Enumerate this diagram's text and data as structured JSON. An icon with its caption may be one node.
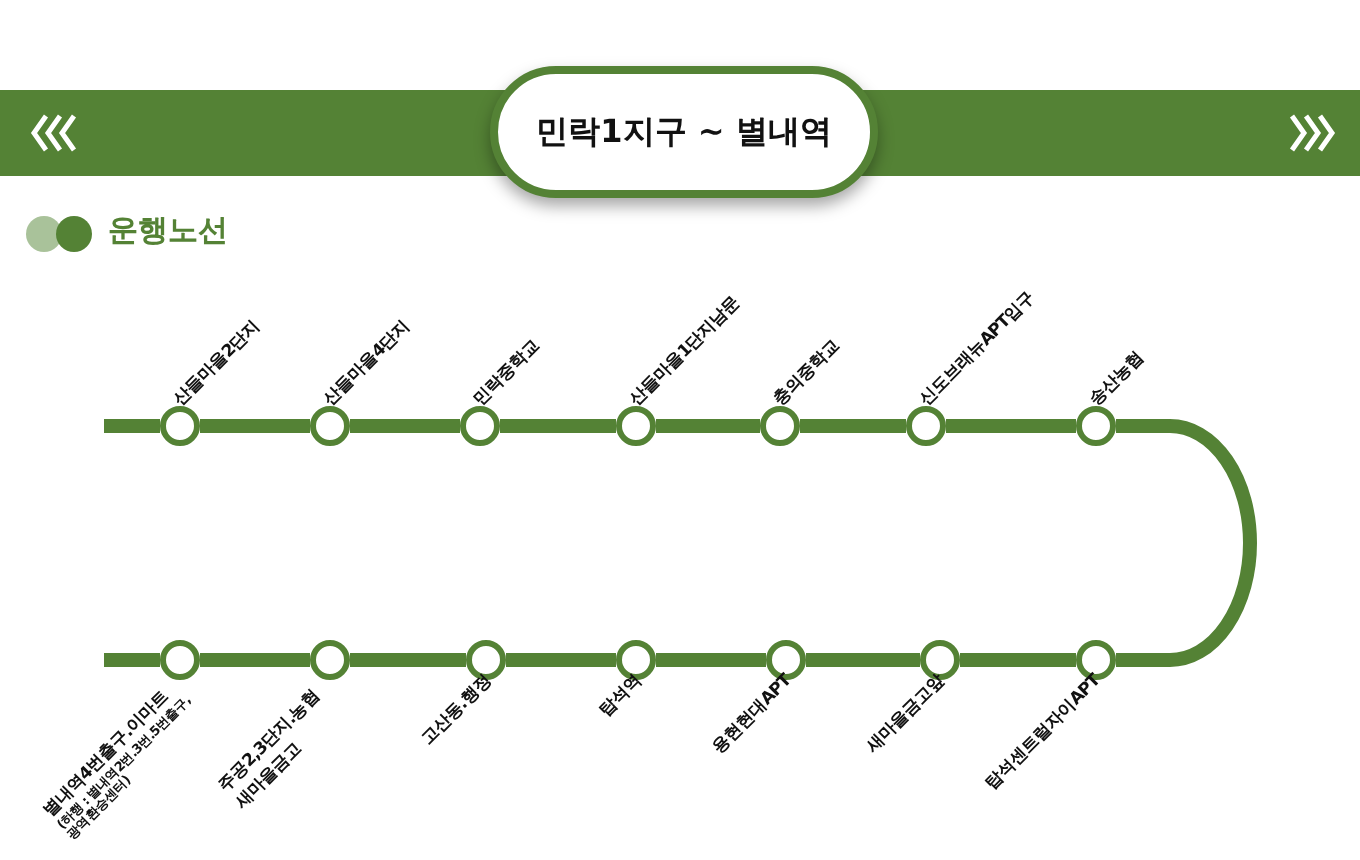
{
  "diagram": {
    "title": "민락1지구 ~ 별내역",
    "nodes": [
      {
        "text": [
          "산들마을2단지"
        ]
      },
      {
        "text": [
          "산들마을4단지"
        ]
      },
      {
        "text": [
          "민락중학교"
        ]
      },
      {
        "text": [
          "산들마을1단지남문"
        ]
      },
      {
        "text": [
          "충의중학교"
        ]
      },
      {
        "text": [
          "신도브래뉴APT입구"
        ]
      },
      {
        "text": [
          "송산농협"
        ]
      },
      {
        "text": [
          "별내역4번출구.이마트",
          "(하행 : 별내역2번.3번.5번출구, 광역환승센터)"
        ]
      },
      {
        "text": [
          "주공2,3단지.농협 새마을금고"
        ]
      },
      {
        "text": [
          "고산동.행정"
        ]
      },
      {
        "text": [
          "탑석역"
        ]
      },
      {
        "text": [
          "용현현대APT"
        ]
      },
      {
        "text": [
          "새마을금고앞"
        ]
      },
      {
        "text": [
          "탑석센트럴자이APT"
        ]
      }
    ],
    "edges": [
      {
        "from": null,
        "to": 0,
        "arrow": "none"
      },
      {
        "from": 0,
        "to": 1,
        "arrow": "none"
      },
      {
        "from": 1,
        "to": 2,
        "arrow": "none"
      },
      {
        "from": 2,
        "to": 3,
        "arrow": "none"
      },
      {
        "from": 3,
        "to": 4,
        "arrow": "none"
      },
      {
        "from": 4,
        "to": 5,
        "arrow": "none"
      },
      {
        "from": 5,
        "to": 6,
        "arrow": "none"
      },
      {
        "from": 6,
        "to": 13,
        "arrow": "none"
      },
      {
        "from": 13,
        "to": 12,
        "arrow": "none"
      },
      {
        "from": 12,
        "to": 11,
        "arrow": "none"
      },
      {
        "from": 11,
        "to": 10,
        "arrow": "none"
      },
      {
        "from": 10,
        "to": 9,
        "arrow": "none"
      },
      {
        "from": 9,
        "to": 8,
        "arrow": "none"
      },
      {
        "from": 8,
        "to": 7,
        "arrow": "none"
      },
      {
        "from": null,
        "to": 7,
        "arrow": "none"
      }
    ],
    "labels": [
      "운행노선"
    ]
  }
}
